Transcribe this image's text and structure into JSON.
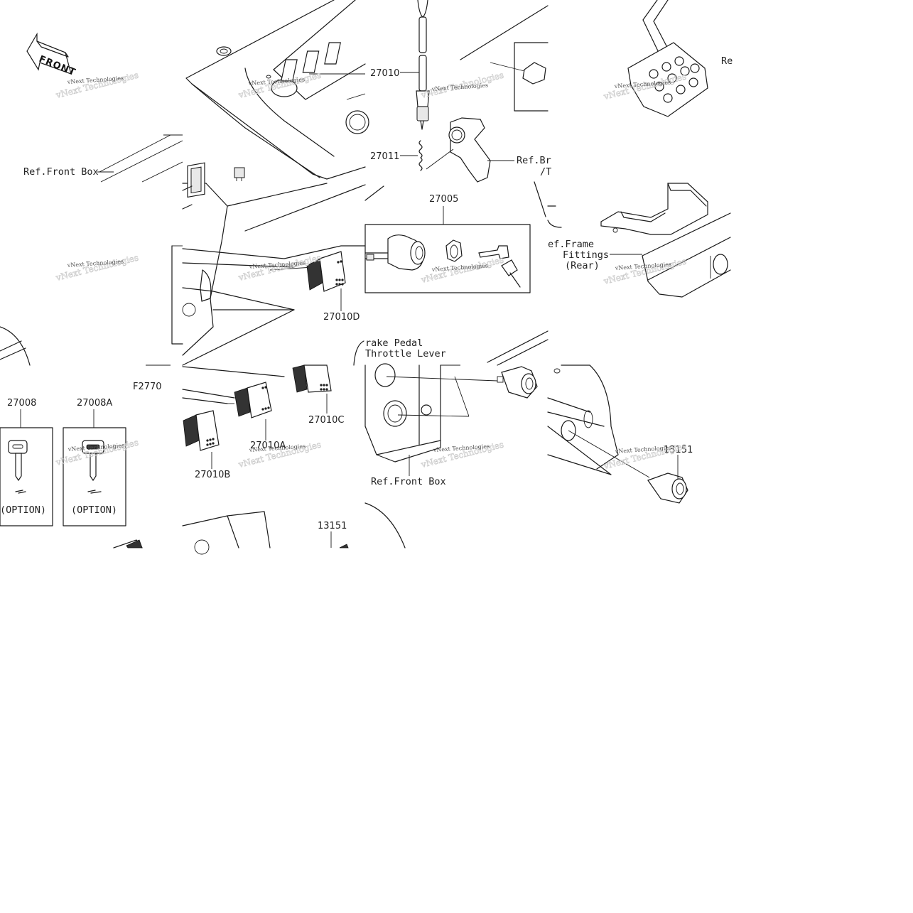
{
  "diagram": {
    "front_marker": "FRONT",
    "figure_code": "F2770",
    "watermark": "vNext Technologies",
    "refs": {
      "front_box_top": "Ref.Front Box",
      "front_box_bottom": "Ref.Front Box",
      "brake_partial": "Ref.Br",
      "brake_slash": "/T",
      "brake_pedal": "rake Pedal",
      "throttle_lever": "Throttle Lever",
      "frame_line1": "ef.Frame",
      "frame_line2": "Fittings",
      "frame_line3": "(Rear)",
      "re_partial": "Re"
    },
    "parts": {
      "p27010": "27010",
      "p27011": "27011",
      "p27005": "27005",
      "p27010D": "27010D",
      "p27010C": "27010C",
      "p27010A": "27010A",
      "p27010B": "27010B",
      "p27008": "27008",
      "p27008A": "27008A",
      "p13151a": "13151",
      "p13151b": "13151",
      "option_a": "(OPTION)",
      "option_b": "(OPTION)"
    }
  }
}
